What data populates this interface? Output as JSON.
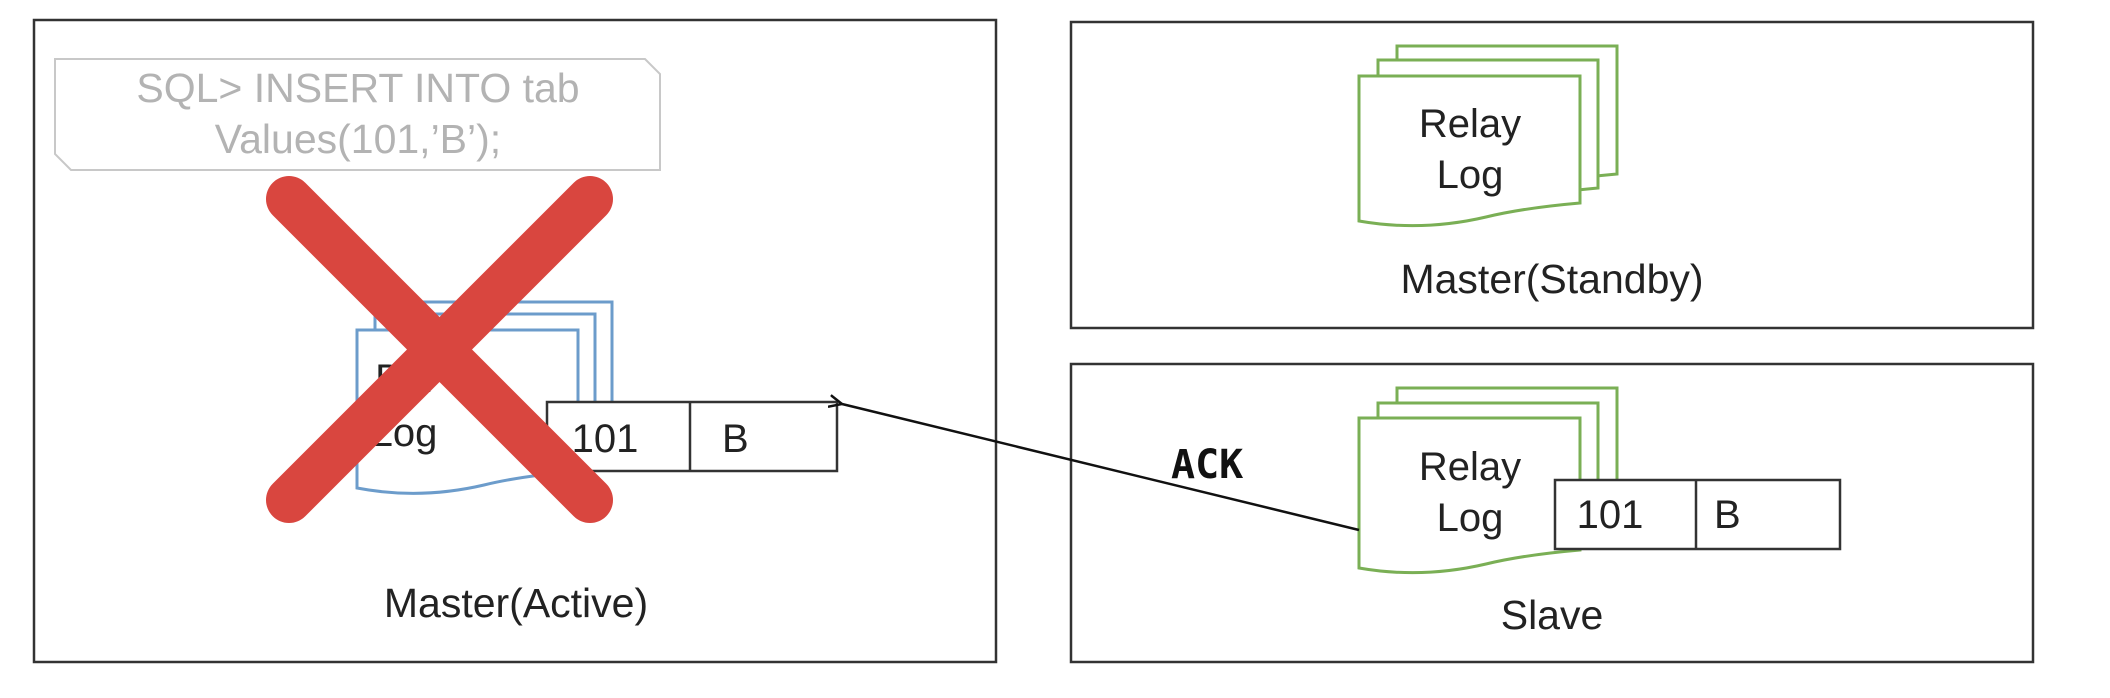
{
  "colors": {
    "frame": "#333333",
    "doc_active": "#6c9ccb",
    "doc_green": "#7aaf55",
    "cross": "#d9463f",
    "sql_text": "#b3b3b3",
    "sql_box": "#c8c8c8"
  },
  "master_active": {
    "label": "Master(Active)",
    "sql_line1": "SQL> INSERT INTO tab",
    "sql_line2": "Values(101,’B’);",
    "doc_line1": "Bin",
    "doc_line2": "Log",
    "record": {
      "id": "101",
      "value": "B"
    },
    "failed_marker": "x-icon"
  },
  "master_standby": {
    "label": "Master(Standby)",
    "doc_line1": "Relay",
    "doc_line2": "Log"
  },
  "slave": {
    "label": "Slave",
    "doc_line1": "Relay",
    "doc_line2": "Log",
    "record": {
      "id": "101",
      "value": "B"
    }
  },
  "arrow": {
    "label": "ACK"
  }
}
